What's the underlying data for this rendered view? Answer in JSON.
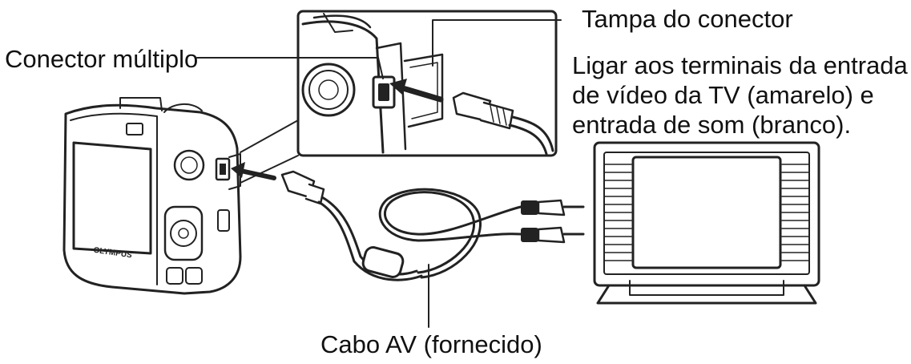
{
  "labels": {
    "connector_cover": "Tampa do conector",
    "multi_connector": "Conector múltiplo",
    "tv_instruction": [
      "Ligar aos terminais da entrada",
      "de vídeo da TV (amarelo) e",
      "entrada de som (branco)."
    ],
    "av_cable": "Cabo AV (fornecido)"
  },
  "camera_brand": "OLYMPUS",
  "colors": {
    "ink": "#222222",
    "paper": "#ffffff",
    "shade": "#d9d9d9"
  }
}
